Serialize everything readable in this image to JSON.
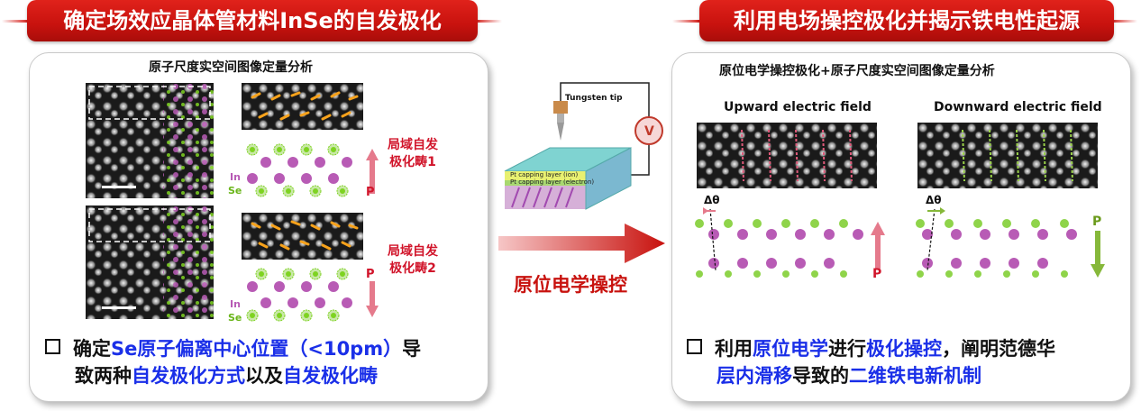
{
  "left_panel": {
    "banner": "确定场效应晶体管材料InSe的自发极化",
    "subtitle": "原子尺度实空间图像定量分析",
    "domain1_label": [
      "局域自发",
      "极化畴1"
    ],
    "domain2_label": [
      "局域自发",
      "极化畴2"
    ],
    "element_in": "In",
    "element_se": "Se",
    "polarization": "P",
    "bullet": {
      "p1": "确定",
      "p2": "Se原子偏离中心位置（<10pm）",
      "p3": "导",
      "p4": "致两种",
      "p5": "自发极化方式",
      "p6": "以及",
      "p7": "自发极化畴"
    }
  },
  "center": {
    "tip_label": "Tungsten tip",
    "voltmeter": "V",
    "layer1": "Pt capping layer (ion)",
    "layer2": "Pt capping layer (electron)",
    "arrow_caption": "原位电学操控"
  },
  "right_panel": {
    "banner": "利用电场操控极化并揭示铁电性起源",
    "subtitle": "原位电学操控极化+原子尺度实空间图像定量分析",
    "upward": "Upward electric field",
    "downward": "Downward electric field",
    "delta_theta": "Δθ",
    "polarization": "P",
    "bullet": {
      "p1": "利用",
      "p2": "原位电学",
      "p3": "进行",
      "p4": "极化操控",
      "p5": "，阐明范德华",
      "p6": "层内滑移",
      "p7": "导致的",
      "p8": "二维铁电新机制"
    }
  },
  "colors": {
    "banner_red": "#d41d18",
    "accent_blue": "#1a2fe8",
    "label_red": "#d1142a",
    "in_atom": "#b85bb5",
    "se_atom": "#7ed321",
    "arrow_pink": "#e57a8c",
    "arrow_green": "#86b83a"
  }
}
